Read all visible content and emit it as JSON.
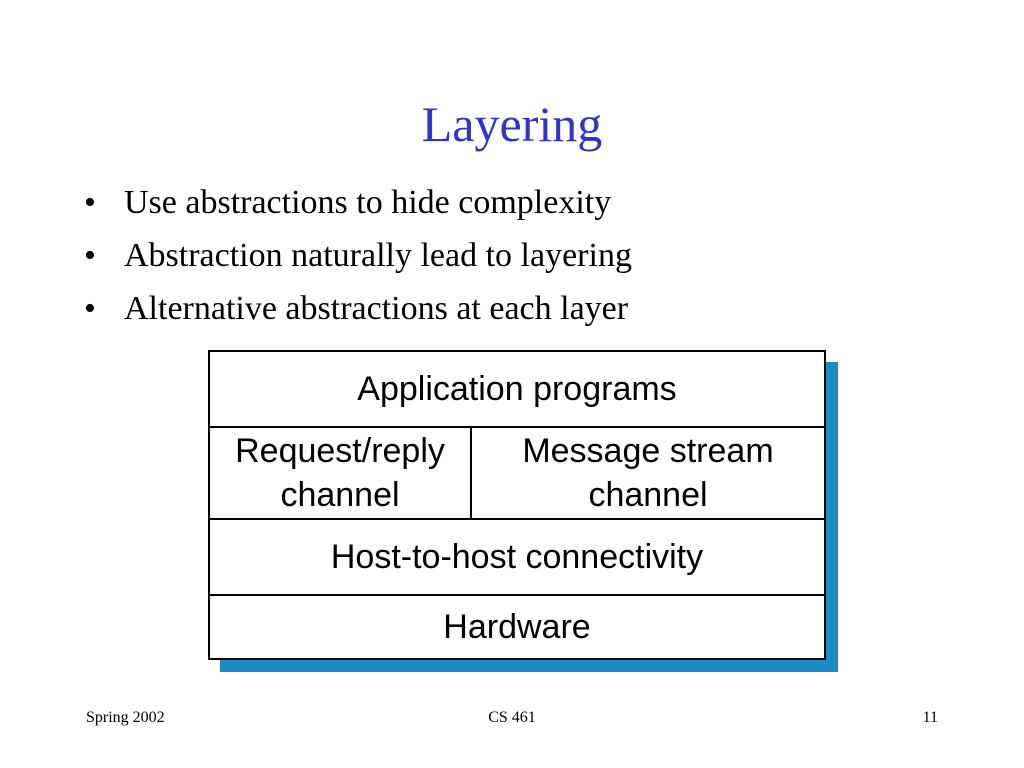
{
  "slide": {
    "title": "Layering",
    "bullets": [
      "Use abstractions to hide complexity",
      "Abstraction naturally lead to layering",
      "Alternative abstractions at each layer"
    ],
    "bullet_symbol": "•"
  },
  "diagram": {
    "layers": {
      "application": "Application programs",
      "request_reply_line1": "Request/reply",
      "request_reply_line2": "channel",
      "message_stream_line1": "Message stream",
      "message_stream_line2": "channel",
      "host_to_host": "Host-to-host connectivity",
      "hardware": "Hardware"
    }
  },
  "footer": {
    "left": "Spring 2002",
    "center": "CS 461",
    "right": "11"
  },
  "colors": {
    "title": "#3333cc",
    "diagram_shadow": "#1a8cc4"
  }
}
